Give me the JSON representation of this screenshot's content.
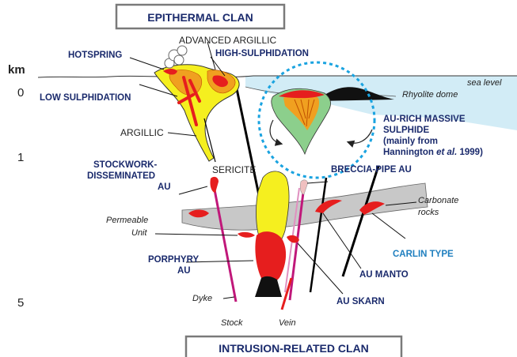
{
  "titles": {
    "epithermal": "EPITHERMAL CLAN",
    "intrusion": "INTRUSION-RELATED CLAN"
  },
  "axis": {
    "unit": "km",
    "ticks": [
      "0",
      "1",
      "5"
    ]
  },
  "labels": {
    "hotspring": "HOTSPRING",
    "advanced_argillic": "ADVANCED ARGILLIC",
    "high_sulphidation": "HIGH-SULPHIDATION",
    "low_sulphidation": "LOW SULPHIDATION",
    "argillic": "ARGILLIC",
    "sericite": "SERICITE",
    "stockwork_1": "STOCKWORK-",
    "stockwork_2": "DISSEMINATED",
    "stockwork_3": "AU",
    "permeable_1": "Permeable",
    "permeable_2": "Unit",
    "porphyry_1": "PORPHYRY",
    "porphyry_2": "AU",
    "dyke": "Dyke",
    "stock": "Stock",
    "vein": "Vein",
    "au_skarn": "AU SKARN",
    "au_manto": "AU MANTO",
    "carlin_type": "CARLIN TYPE",
    "breccia_pipe": "BRECCIA-PIPE AU",
    "carbonate_1": "Carbonate",
    "carbonate_2": "rocks",
    "sea_level": "sea level",
    "rhyolite_dome": "Rhyolite dome",
    "vms_1": "AU-RICH MASSIVE",
    "vms_2": "SULPHIDE",
    "vms_3": "(mainly from",
    "vms_4a": "Hannington ",
    "vms_4b": "et al.",
    "vms_4c": " 1999)"
  },
  "colors": {
    "navy_text": "#1a2a6c",
    "carlin_text": "#1f7fbf",
    "yellow_alteration": "#f5ef1f",
    "orange_alteration": "#f0a020",
    "red_ore": "#e61e1e",
    "sea": "#d2ecf6",
    "carbonate": "#c8c8c8",
    "dashed_circle": "#1aa3e0",
    "dyke_magenta": "#c0187a",
    "green_zone": "#8ccf8c"
  }
}
